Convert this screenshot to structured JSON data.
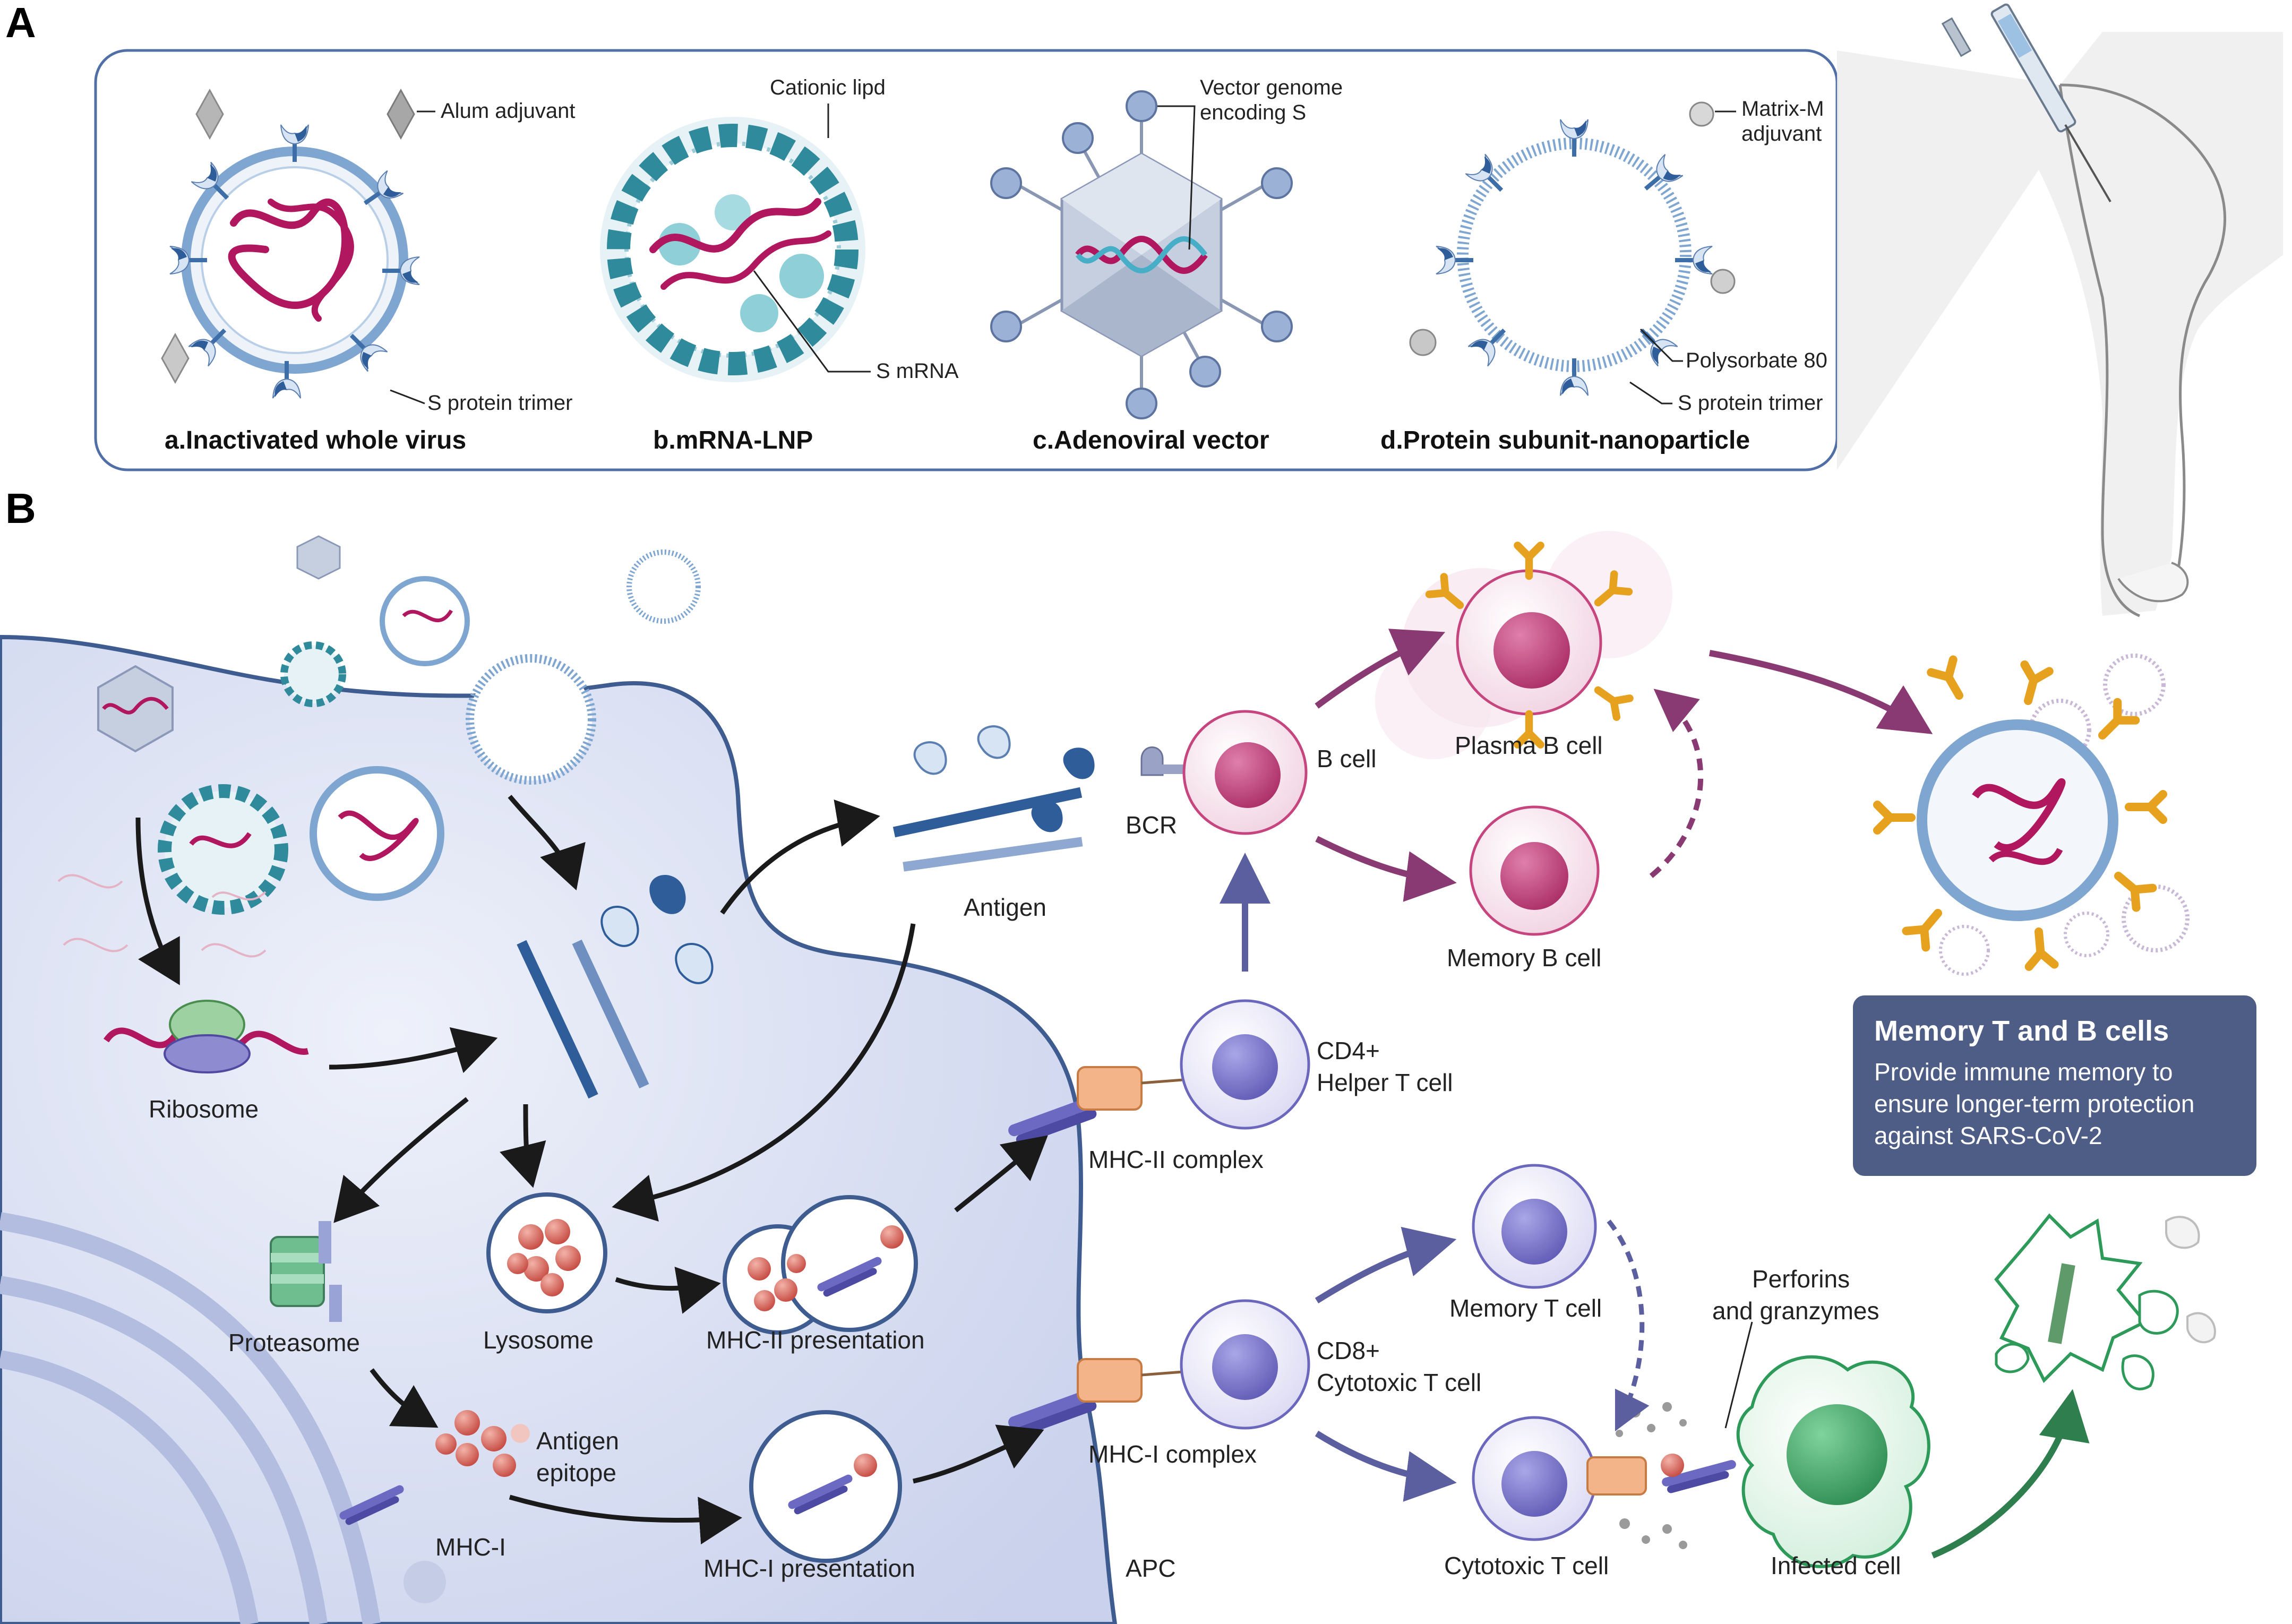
{
  "panel_a": {
    "letter": "A",
    "alum_adjuvant": "Alum adjuvant",
    "s_protein_trimer_a": "S protein trimer",
    "title_a": "a.Inactivated whole virus",
    "cationic_lipid": "Cationic lipd",
    "s_mrna": "S mRNA",
    "title_b": "b.mRNA-LNP",
    "vector_genome_1": "Vector genome",
    "vector_genome_2": "encoding S",
    "title_c": "c.Adenoviral vector",
    "matrix_m_1": "Matrix-M",
    "matrix_m_2": "adjuvant",
    "polysorbate": "Polysorbate 80",
    "s_protein_trimer_d": "S protein trimer",
    "title_d": "d.Protein subunit-nanoparticle"
  },
  "panel_b": {
    "letter": "B",
    "ribosome": "Ribosome",
    "antigen": "Antigen",
    "bcr": "BCR",
    "b_cell": "B cell",
    "plasma_b_cell": "Plasma B cell",
    "memory_b_cell": "Memory B cell",
    "cd4_1": "CD4+",
    "cd4_2": "Helper T cell",
    "mhc_ii_complex": "MHC-II complex",
    "proteasome": "Proteasome",
    "lysosome": "Lysosome",
    "mhc_ii_presentation": "MHC-II presentation",
    "antigen_epitope_1": "Antigen",
    "antigen_epitope_2": "epitope",
    "mhc_i": "MHC-I",
    "mhc_i_presentation": "MHC-I presentation",
    "apc": "APC",
    "memory_t_cell": "Memory T cell",
    "cd8_1": "CD8+",
    "cd8_2": "Cytotoxic T cell",
    "mhc_i_complex": "MHC-I complex",
    "perforins_1": "Perforins",
    "perforins_2": "and granzymes",
    "cytotoxic_t_cell": "Cytotoxic T cell",
    "infected_cell": "Infected cell"
  },
  "memory_box": {
    "title": "Memory T and B cells",
    "line1": "Provide immune memory to",
    "line2": "ensure longer-term protection",
    "line3": "against SARS-CoV-2"
  },
  "colors": {
    "virus_membrane": "#7fa6d1",
    "rna": "#b0175f",
    "lnp_head": "#2f8a9c",
    "adeno_capsid": "#b8c3d6",
    "b_cell": "#c6457f",
    "t_cell": "#7b77c9",
    "infected_cell": "#2e9a5a",
    "antibody": "#e6a21f",
    "apc_fill": "#dfe4f5",
    "memory_box": "#4d5d86"
  },
  "icons": {
    "syringe": "syringe-icon",
    "arm": "arm-icon"
  }
}
